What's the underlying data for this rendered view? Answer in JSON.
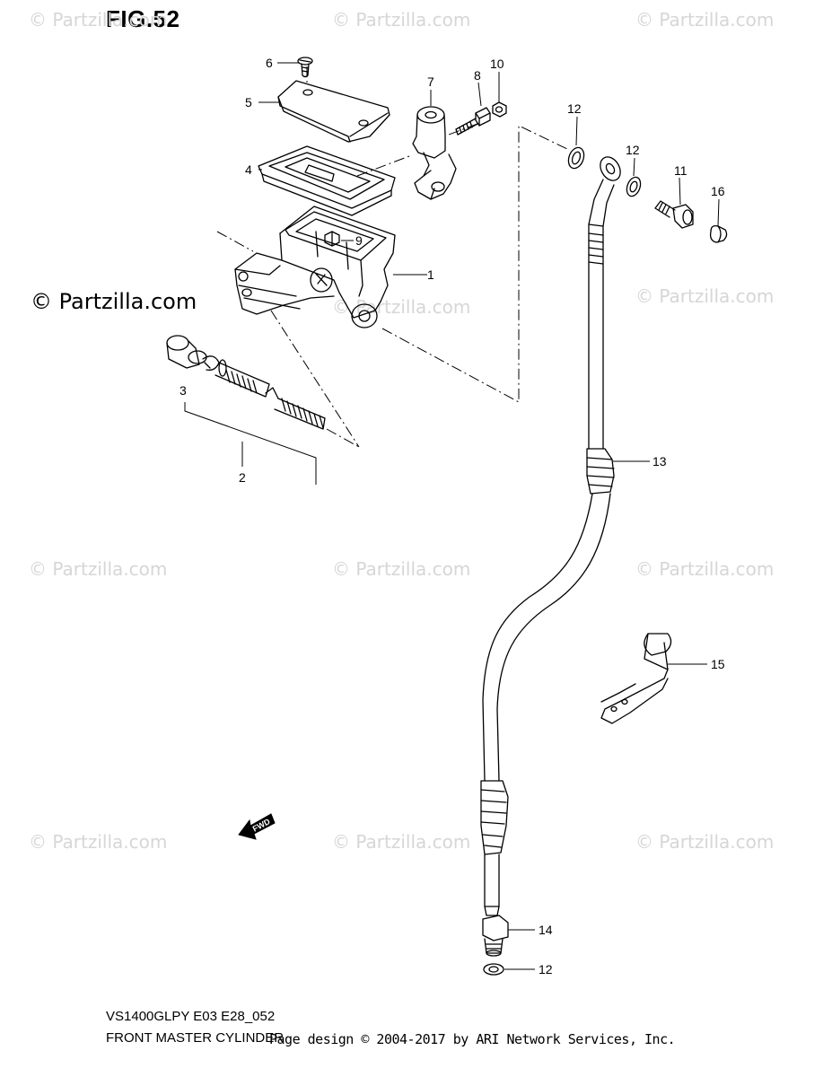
{
  "figure": {
    "title": "FIG.52",
    "model_code": "VS1400GLPY E03 E28_052",
    "name": "FRONT MASTER CYLINDER",
    "credit": "Page design © 2004-2017 by ARI Network Services, Inc."
  },
  "watermark": {
    "text": "© Partzilla.com",
    "main_text": "© Partzilla.com"
  },
  "direction_marker": "FWD",
  "callouts": [
    "1",
    "2",
    "3",
    "4",
    "5",
    "6",
    "7",
    "8",
    "9",
    "10",
    "11",
    "12",
    "12",
    "12",
    "13",
    "14",
    "15",
    "16"
  ]
}
